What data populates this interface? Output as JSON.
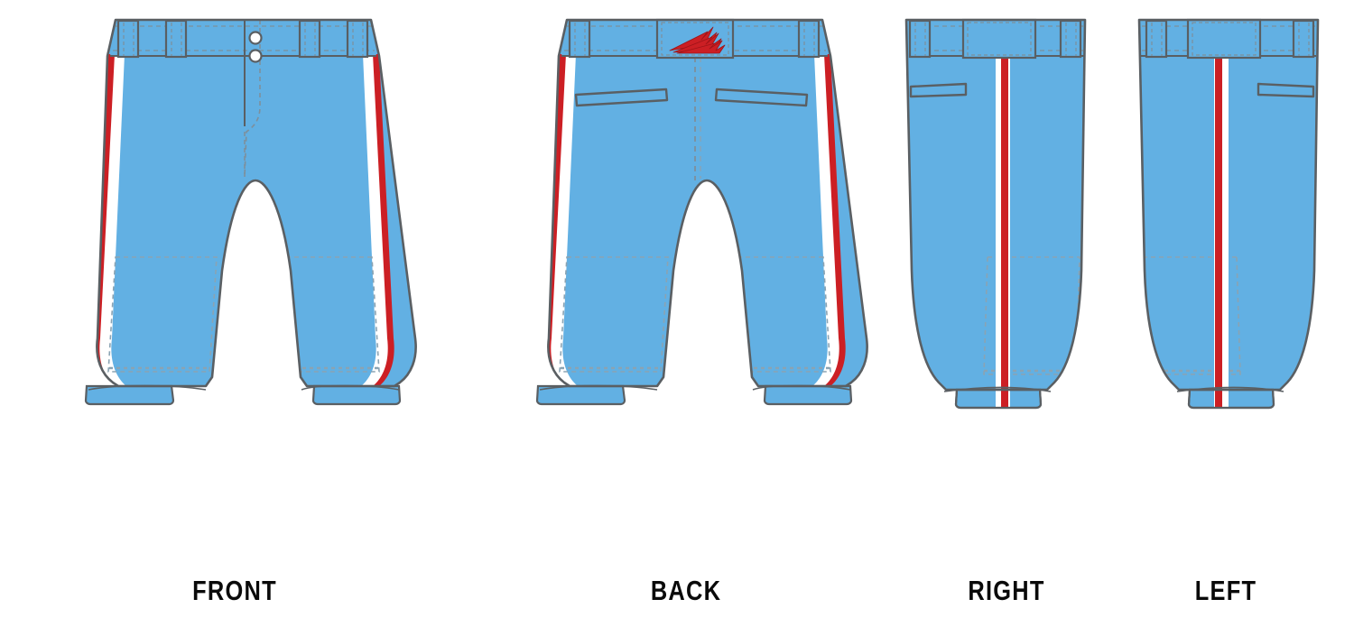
{
  "document": {
    "title": "Baseball Pants Technical Flat",
    "background_color": "#ffffff"
  },
  "palette": {
    "fabric_blue": "#62b0e3",
    "stripe_red": "#cc1f24",
    "stripe_white": "#ffffff",
    "outline_gray": "#5a5f63",
    "stitch_gray": "#7d8f9c",
    "logo_red": "#cc1f24",
    "logo_red_dark": "#9e1418",
    "label_black": "#0a0a0a",
    "button_fill": "#ffffff"
  },
  "views": [
    {
      "id": "front",
      "label": "FRONT",
      "description": "Front view of baseball pants",
      "features": [
        "waistband",
        "belt-loops",
        "two-button-fly-closure",
        "fly-stitch-line",
        "knee-reinforcement-panel",
        "elastic-cuff",
        "side-stripe-red-white"
      ],
      "button_count": 2
    },
    {
      "id": "back",
      "label": "BACK",
      "description": "Back view of baseball pants",
      "features": [
        "waistband",
        "belt-loops",
        "center-back-logo-patch",
        "two-welt-back-pockets",
        "center-back-seam",
        "knee-reinforcement-panel",
        "elastic-cuff",
        "side-stripe-red-white"
      ],
      "logo": "triple-arrow-logo",
      "pocket_count": 2
    },
    {
      "id": "right",
      "label": "RIGHT",
      "description": "Right side view of baseball pants",
      "features": [
        "waistband",
        "belt-loops",
        "welt-pocket-opening",
        "knee-reinforcement-panel",
        "elastic-cuff",
        "side-stripe-red-white"
      ],
      "stripe_position": "center-outseam"
    },
    {
      "id": "left",
      "label": "LEFT",
      "description": "Left side view of baseball pants",
      "features": [
        "waistband",
        "belt-loops",
        "welt-pocket-opening",
        "knee-reinforcement-panel",
        "elastic-cuff",
        "side-stripe-red-white"
      ],
      "stripe_position": "center-outseam"
    }
  ]
}
